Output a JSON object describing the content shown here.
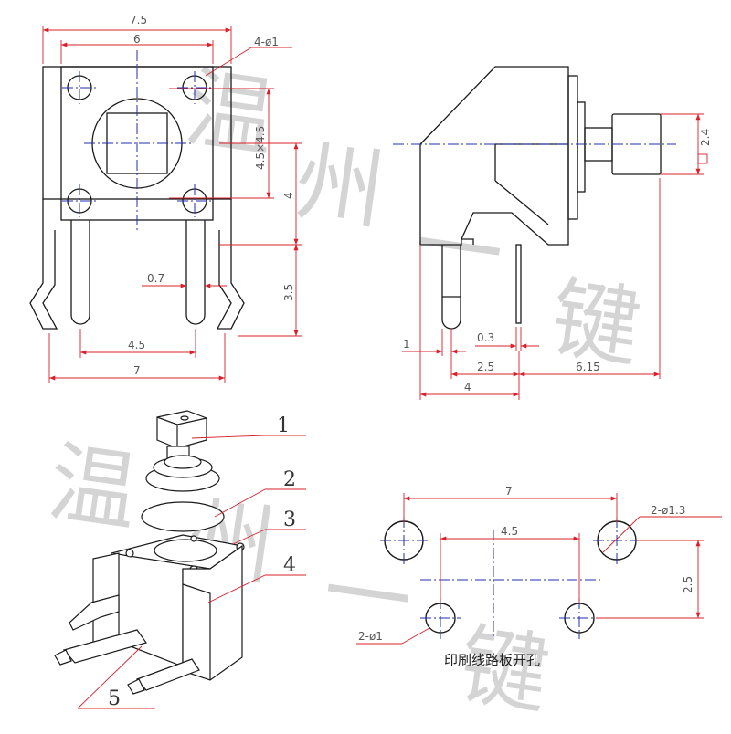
{
  "colors": {
    "line": "#1a1a1a",
    "dimension": "#d8202a",
    "centerline": "#1f2fb0",
    "watermark": "#d4d4d4"
  },
  "front_view": {
    "dims": {
      "overall_width": "7.5",
      "hole_spacing": "6",
      "hole_callout": "4-ø1",
      "cap_size": "4.5×4.5",
      "body_height": "4",
      "pin_width": "0.7",
      "pin_length": "3.5",
      "pin_spacing": "4.5",
      "leg_spacing": "7"
    }
  },
  "side_view": {
    "dims": {
      "actuator": "2.4",
      "pin_offset": "1",
      "pin_thickness": "0.3",
      "pin_pitch": "2.5",
      "actuator_length": "6.15",
      "depth": "4"
    }
  },
  "exploded_view": {
    "callouts": [
      "1",
      "2",
      "3",
      "4",
      "5"
    ]
  },
  "pcb_layout": {
    "dims": {
      "outer_spacing": "7",
      "inner_spacing": "4.5",
      "large_hole": "2-ø1.3",
      "row_offset": "2.5",
      "small_hole": "2-ø1"
    },
    "caption": "印刷线路板开孔"
  },
  "watermark": [
    "温",
    "州",
    "一",
    "键",
    "温",
    "州",
    "一",
    "键"
  ]
}
